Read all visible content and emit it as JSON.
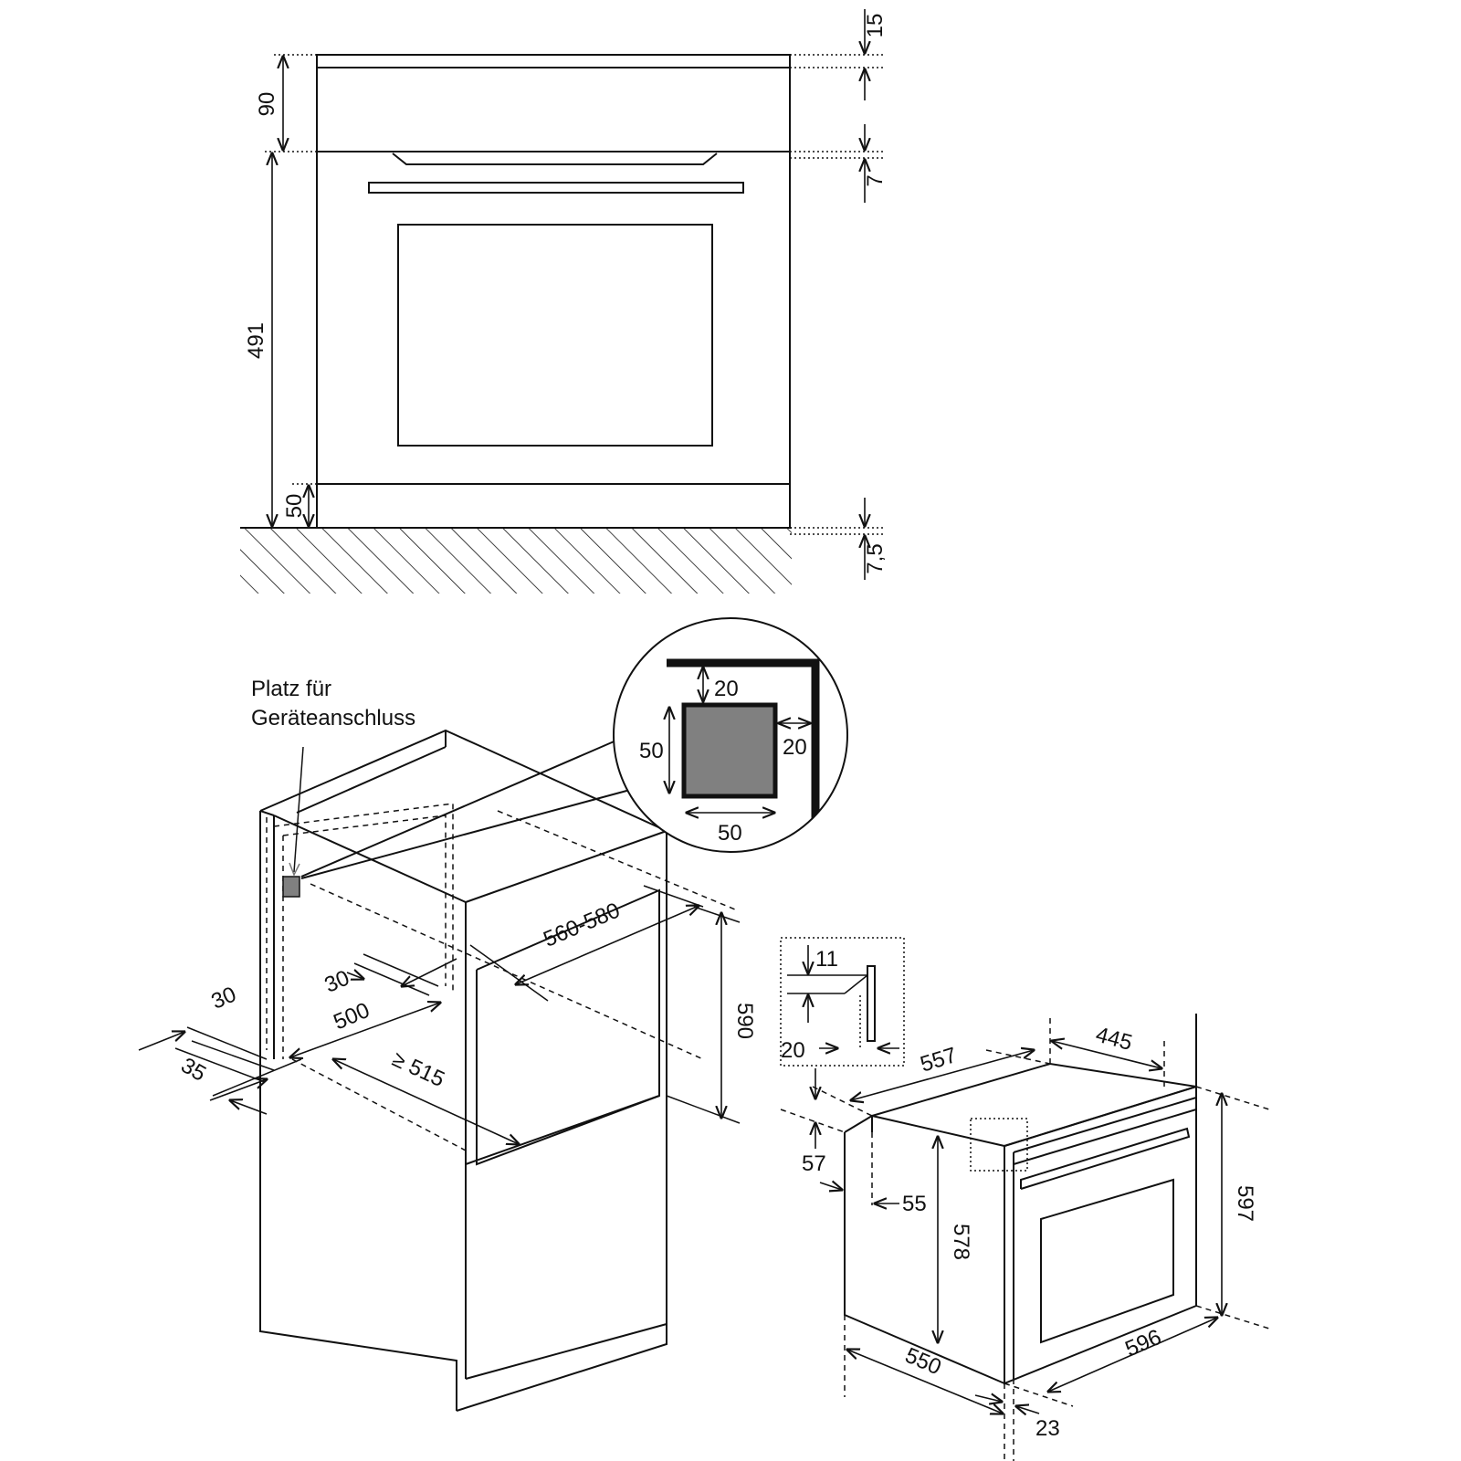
{
  "front_view": {
    "dims": {
      "top_gap": "15",
      "panel_height": "90",
      "gap_7": "7",
      "door_height": "491",
      "plinth": "50",
      "floor_gap": "7,5"
    }
  },
  "cabinet_view": {
    "connection_label_line1": "Platz für",
    "connection_label_line2": "Geräteanschluss",
    "dims": {
      "depth_560_580": "560-580",
      "height_590": "590",
      "d30_a": "30",
      "d30_b": "30",
      "d500": "500",
      "d515": "≥ 515",
      "d35": "35"
    },
    "detail": {
      "top": "20",
      "right": "20",
      "height": "50",
      "width": "50"
    }
  },
  "oven_view": {
    "dims": {
      "d11": "11",
      "d20": "20",
      "d557": "557",
      "d445": "445",
      "d57": "57",
      "d55": "55",
      "d578": "578",
      "d597": "597",
      "d550": "550",
      "d596": "596",
      "d23": "23"
    }
  },
  "colors": {
    "line": "#111111",
    "panel_fill": "#e8e8e8",
    "window_fill": "#c8c8c8",
    "detail_fill": "#808080"
  }
}
